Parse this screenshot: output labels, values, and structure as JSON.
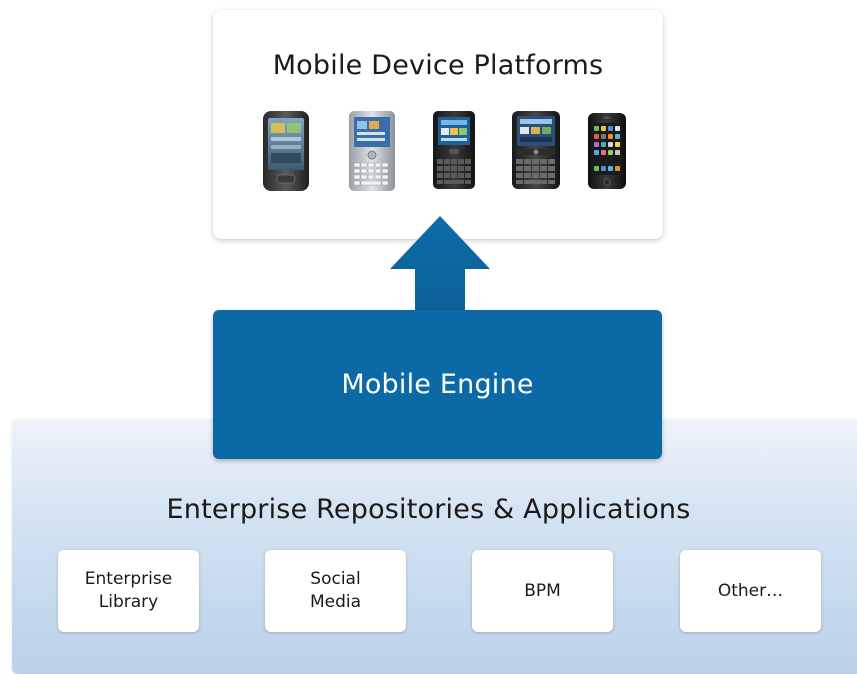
{
  "platforms": {
    "title": "Mobile Device Platforms",
    "devices": [
      {
        "icon": "touchscreen-phone-icon"
      },
      {
        "icon": "qwerty-silver-phone-icon"
      },
      {
        "icon": "qwerty-black-phone-icon"
      },
      {
        "icon": "blackberry-phone-icon"
      },
      {
        "icon": "iphone-icon"
      }
    ]
  },
  "engine": {
    "label": "Mobile Engine",
    "color": "#0b6aa6"
  },
  "enterprise": {
    "title": "Enterprise Repositories & Applications",
    "apps": [
      {
        "label": "Enterprise\nLibrary"
      },
      {
        "label": "Social\nMedia"
      },
      {
        "label": "BPM"
      },
      {
        "label": "Other…"
      }
    ]
  },
  "colors": {
    "engine": "#0b6aa6",
    "band_top": "#edf3fa",
    "band_bottom": "#b9d1ea"
  }
}
